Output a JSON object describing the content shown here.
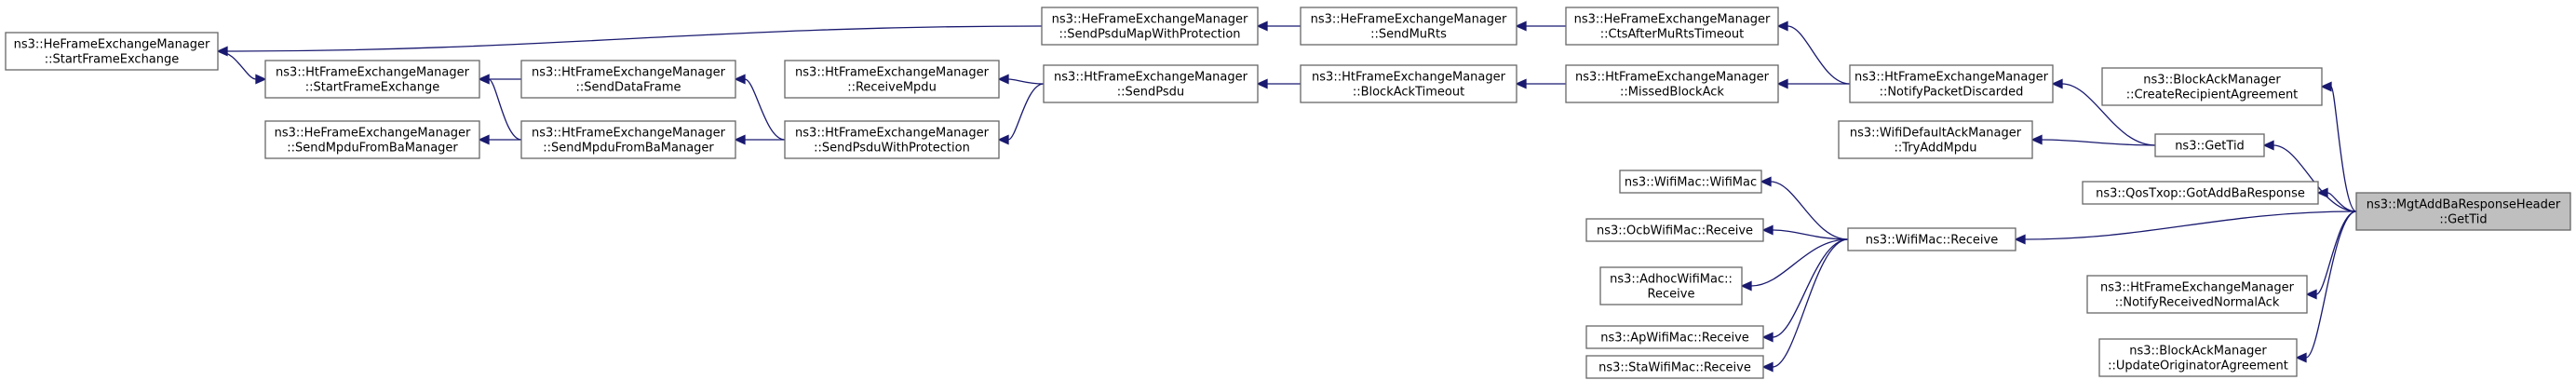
{
  "colors": {
    "edge": "#191970",
    "node_border": "#666666",
    "root_fill": "#bfbfbf",
    "node_fill": "#ffffff"
  },
  "nodes": {
    "root": {
      "lines": [
        "ns3::MgtAddBaResponseHeader",
        "::GetTid"
      ]
    },
    "n_cra": {
      "lines": [
        "ns3::BlockAckManager",
        "::CreateRecipientAgreement"
      ]
    },
    "n_gettid": {
      "lines": [
        "ns3::GetTid"
      ]
    },
    "n_gaddba": {
      "lines": [
        "ns3::QosTxop::GotAddBaResponse"
      ]
    },
    "n_wmrx": {
      "lines": [
        "ns3::WifiMac::Receive"
      ]
    },
    "n_nrna": {
      "lines": [
        "ns3::HtFrameExchangeManager",
        "::NotifyReceivedNormalAck"
      ]
    },
    "n_uoa": {
      "lines": [
        "ns3::BlockAckManager",
        "::UpdateOriginatorAgreement"
      ]
    },
    "n_npd": {
      "lines": [
        "ns3::HtFrameExchangeManager",
        "::NotifyPacketDiscarded"
      ]
    },
    "n_tam": {
      "lines": [
        "ns3::WifiDefaultAckManager",
        "::TryAddMpdu"
      ]
    },
    "n_wmac": {
      "lines": [
        "ns3::WifiMac::WifiMac"
      ]
    },
    "n_ocb": {
      "lines": [
        "ns3::OcbWifiMac::Receive"
      ]
    },
    "n_adhoc": {
      "lines": [
        "ns3::AdhocWifiMac::",
        "Receive"
      ]
    },
    "n_ap": {
      "lines": [
        "ns3::ApWifiMac::Receive"
      ]
    },
    "n_sta": {
      "lines": [
        "ns3::StaWifiMac::Receive"
      ]
    },
    "n_ctsto": {
      "lines": [
        "ns3::HeFrameExchangeManager",
        "::CtsAfterMuRtsTimeout"
      ]
    },
    "n_mba": {
      "lines": [
        "ns3::HtFrameExchangeManager",
        "::MissedBlockAck"
      ]
    },
    "n_smurts": {
      "lines": [
        "ns3::HeFrameExchangeManager",
        "::SendMuRts"
      ]
    },
    "n_bato": {
      "lines": [
        "ns3::HtFrameExchangeManager",
        "::BlockAckTimeout"
      ]
    },
    "n_spmwp": {
      "lines": [
        "ns3::HeFrameExchangeManager",
        "::SendPsduMapWithProtection"
      ]
    },
    "n_sendpsdu": {
      "lines": [
        "ns3::HtFrameExchangeManager",
        "::SendPsdu"
      ]
    },
    "n_hefe_sfe": {
      "lines": [
        "ns3::HeFrameExchangeManager",
        "::StartFrameExchange"
      ]
    },
    "n_spwp": {
      "lines": [
        "ns3::HtFrameExchangeManager",
        "::SendPsduWithProtection"
      ]
    },
    "n_rmpdu": {
      "lines": [
        "ns3::HtFrameExchangeManager",
        "::ReceiveMpdu"
      ]
    },
    "n_sdf": {
      "lines": [
        "ns3::HtFrameExchangeManager",
        "::SendDataFrame"
      ]
    },
    "n_smfbm_ht": {
      "lines": [
        "ns3::HtFrameExchangeManager",
        "::SendMpduFromBaManager"
      ]
    },
    "n_htfe_sfe": {
      "lines": [
        "ns3::HtFrameExchangeManager",
        "::StartFrameExchange"
      ]
    },
    "n_smfbm_he": {
      "lines": [
        "ns3::HeFrameExchangeManager",
        "::SendMpduFromBaManager"
      ]
    }
  },
  "edges": [
    [
      "n_cra",
      "root"
    ],
    [
      "n_gettid",
      "root"
    ],
    [
      "n_gaddba",
      "root"
    ],
    [
      "n_wmrx",
      "root"
    ],
    [
      "n_nrna",
      "root"
    ],
    [
      "n_uoa",
      "root"
    ],
    [
      "n_npd",
      "n_gettid"
    ],
    [
      "n_tam",
      "n_gettid"
    ],
    [
      "n_wmac",
      "n_wmrx"
    ],
    [
      "n_ocb",
      "n_wmrx"
    ],
    [
      "n_adhoc",
      "n_wmrx"
    ],
    [
      "n_ap",
      "n_wmrx"
    ],
    [
      "n_sta",
      "n_wmrx"
    ],
    [
      "n_ctsto",
      "n_npd"
    ],
    [
      "n_mba",
      "n_npd"
    ],
    [
      "n_smurts",
      "n_ctsto"
    ],
    [
      "n_bato",
      "n_mba"
    ],
    [
      "n_spmwp",
      "n_smurts"
    ],
    [
      "n_sendpsdu",
      "n_bato"
    ],
    [
      "n_hefe_sfe",
      "n_spmwp"
    ],
    [
      "n_spwp",
      "n_sendpsdu"
    ],
    [
      "n_sdf",
      "n_spwp"
    ],
    [
      "n_smfbm_ht",
      "n_spwp"
    ],
    [
      "n_htfe_sfe",
      "n_hefe_sfe"
    ],
    [
      "n_htfe_sfe",
      "n_sdf"
    ],
    [
      "n_htfe_sfe",
      "n_smfbm_ht"
    ],
    [
      "n_smfbm_he",
      "n_smfbm_ht"
    ],
    [
      "n_rmpdu",
      "n_sendpsdu"
    ]
  ]
}
